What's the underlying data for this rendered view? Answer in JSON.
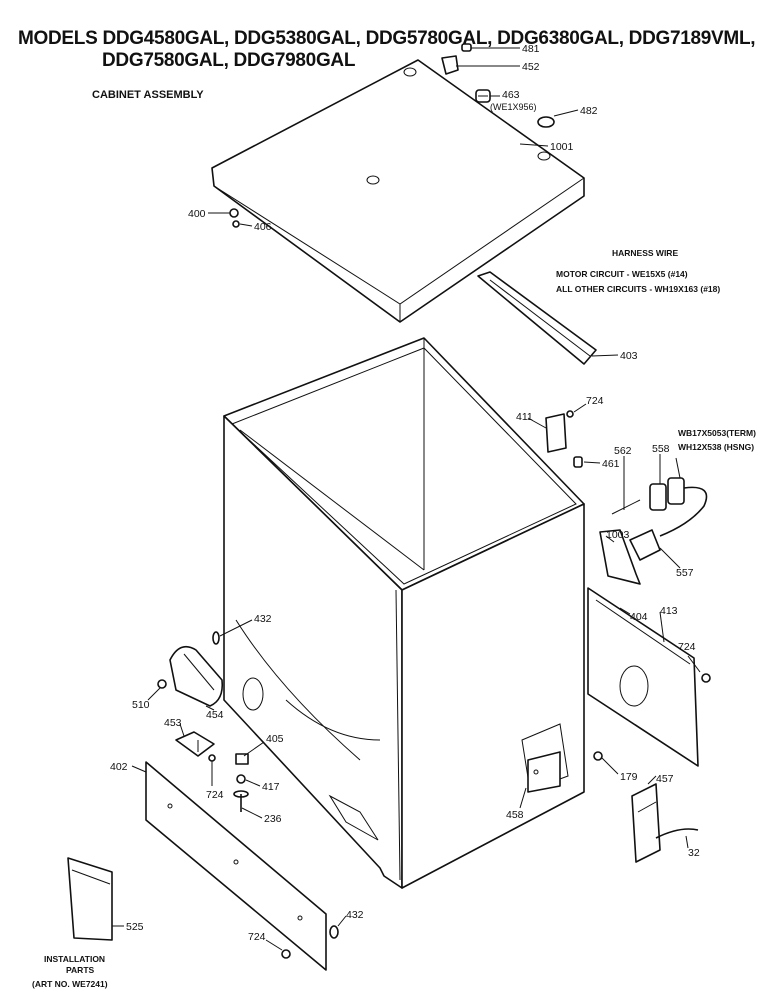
{
  "header": {
    "title_line1": "MODELS DDG4580GAL, DDG5380GAL, DDG5780GAL, DDG6380GAL, DDG7189VML,",
    "title_line2": "DDG7580GAL, DDG7980GAL",
    "subtitle": "CABINET ASSEMBLY"
  },
  "harness": {
    "title": "HARNESS WIRE",
    "motor": "MOTOR CIRCUIT - WE15X5 (#14)",
    "other": "ALL OTHER CIRCUITS - WH19X163 (#18)"
  },
  "parts": {
    "p481": "481",
    "p452": "452",
    "p463": "463",
    "p463_note": "(WE1X956)",
    "p482": "482",
    "p1001": "1001",
    "p400": "400",
    "p406": "406",
    "p403": "403",
    "p411": "411",
    "p724_a": "724",
    "p461": "461",
    "p562": "562",
    "p558": "558",
    "term": "WB17X5053(TERM)",
    "hsng": "WH12X538 (HSNG)",
    "p1003": "1003",
    "p557": "557",
    "p404": "404",
    "p413": "413",
    "p724_b": "724",
    "p432_a": "432",
    "p510": "510",
    "p454": "454",
    "p453": "453",
    "p724_c": "724",
    "p405": "405",
    "p417": "417",
    "p236": "236",
    "p402": "402",
    "p458": "458",
    "p179": "179",
    "p457": "457",
    "p32": "32",
    "p525": "525",
    "p432_b": "432",
    "p724_d": "724"
  },
  "installation": {
    "line1": "INSTALLATION",
    "line2": "PARTS",
    "line3": "(ART NO. WE7241)"
  }
}
